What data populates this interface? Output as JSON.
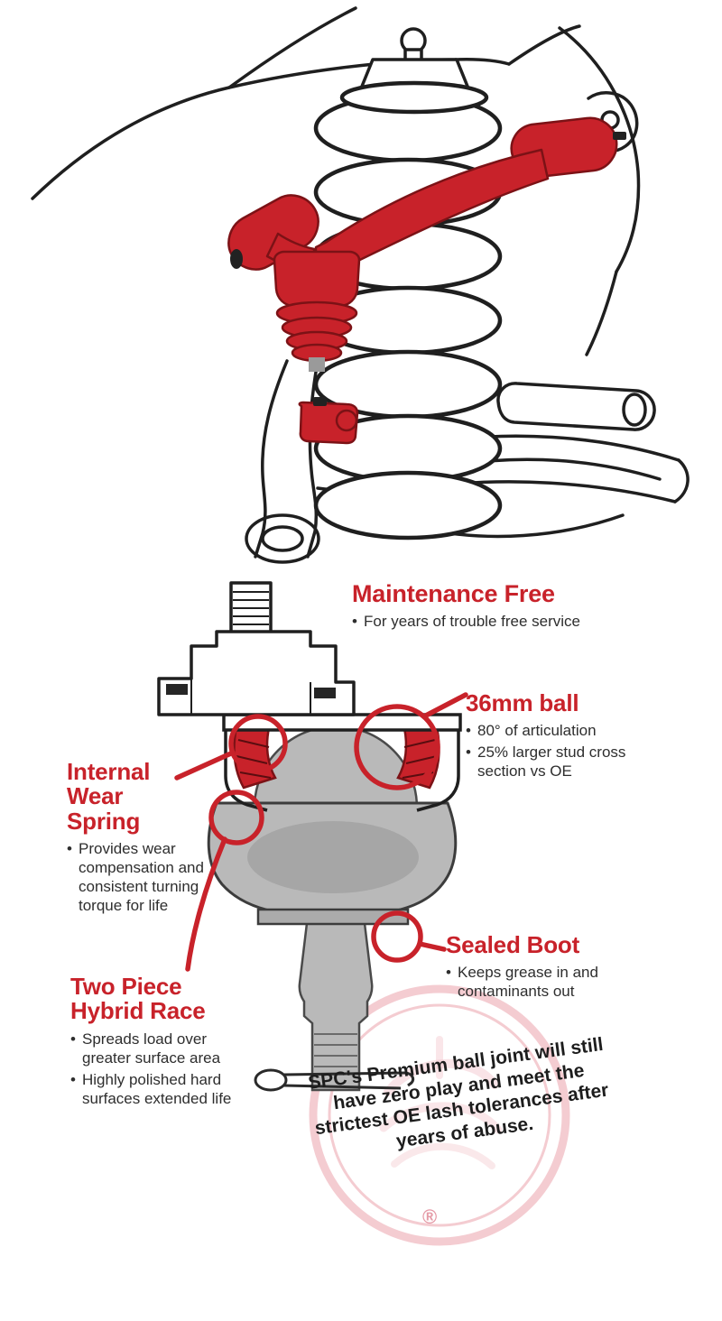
{
  "colors": {
    "accent_red": "#c8222a",
    "line_black": "#1f1f1f",
    "metal_gray": "#b9b9b9",
    "watermark_pink": "#f3c7cd",
    "text_dark": "#2e2e2e"
  },
  "callouts": {
    "maintenance_free": {
      "title": "Maintenance Free",
      "bullets": [
        "For years of trouble free service"
      ]
    },
    "ball_36mm": {
      "title": "36mm ball",
      "bullets": [
        "80° of articulation",
        "25% larger stud cross section vs OE"
      ]
    },
    "internal_wear_spring": {
      "title": "Internal Wear Spring",
      "bullets": [
        "Provides wear compensation and consistent turning torque for life"
      ]
    },
    "two_piece_hybrid_race": {
      "title": "Two Piece Hybrid Race",
      "bullets": [
        "Spreads load over greater surface area",
        "Highly polished hard surfaces extended life"
      ]
    },
    "sealed_boot": {
      "title": "Sealed Boot",
      "bullets": [
        "Keeps grease in and contaminants out"
      ]
    }
  },
  "claim": {
    "text": "SPC's Premium ball joint will still have zero play and meet the strictest OE lash tolerances after years of abuse.",
    "registered_mark": "®"
  }
}
